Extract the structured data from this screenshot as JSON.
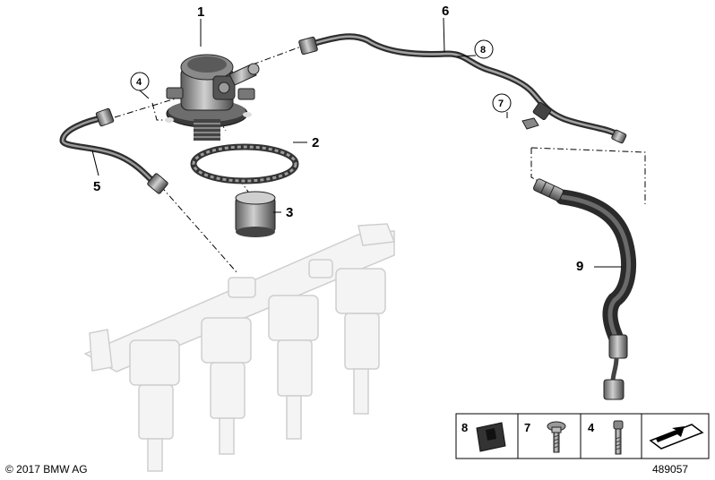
{
  "callouts": {
    "c1": "1",
    "c2": "2",
    "c3": "3",
    "c4": "4",
    "c5": "5",
    "c6": "6",
    "c7": "7",
    "c8": "8",
    "c9": "9"
  },
  "legend": {
    "items": [
      {
        "number": "8",
        "icon": "rubber-grommet-icon"
      },
      {
        "number": "7",
        "icon": "hex-flange-bolt-icon"
      },
      {
        "number": "4",
        "icon": "socket-head-bolt-icon"
      },
      {
        "number": "",
        "icon": "arrow-plate-icon"
      }
    ]
  },
  "footer": {
    "copyright": "© 2017 BMW AG",
    "diagram_number": "489057"
  },
  "colors": {
    "line": "#000000",
    "part_dark": "#3f3f3f",
    "part_mid": "#7a7a7a",
    "ghost": "#d8d8d8"
  }
}
